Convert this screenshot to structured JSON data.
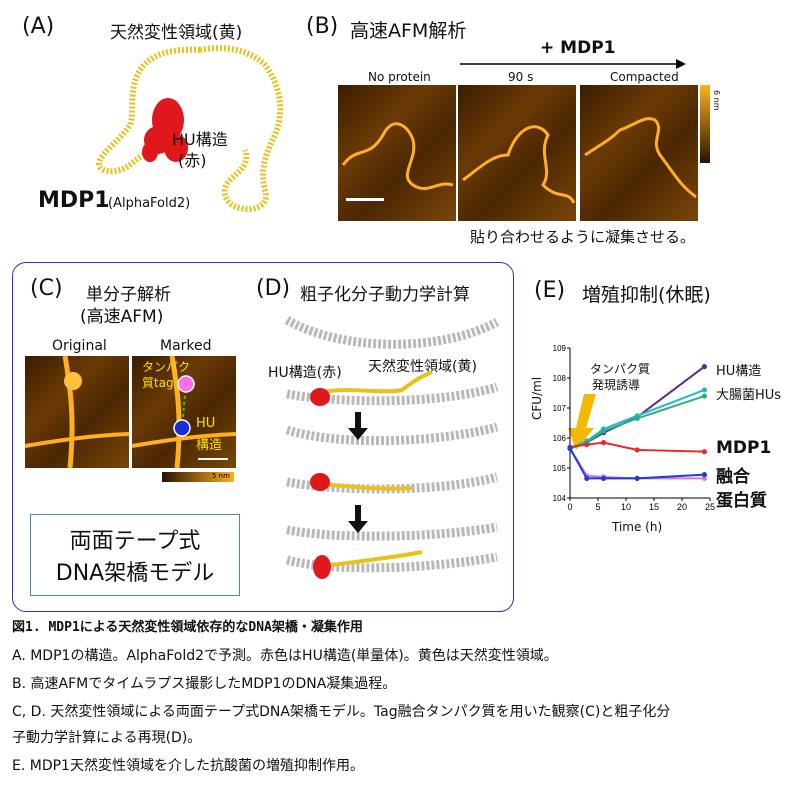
{
  "panelA": {
    "label": "(A)",
    "title": "天然変性領域(黄)",
    "hu_label_1": "HU構造",
    "hu_label_2": "(赤)",
    "model_name": "MDP1",
    "model_source": "(AlphaFold2)"
  },
  "panelB": {
    "label": "(B)",
    "title": "高速AFM解析",
    "arrow_label": "+ MDP1",
    "frames": [
      "No protein",
      "90 s",
      "Compacted"
    ],
    "scale_unit": "6 nm",
    "note": "貼り合わせるように凝集させる。"
  },
  "panelC": {
    "label": "(C)",
    "title_1": "単分子解析",
    "title_2": "(高速AFM)",
    "original": "Original",
    "marked": "Marked",
    "tag_1": "タンパク",
    "tag_2": "質tag",
    "hu_1": "HU",
    "hu_2": "構造",
    "scale_unit": "5 nm"
  },
  "panelD": {
    "label": "(D)",
    "title": "粗子化分子動力学計算",
    "hu_label": "HU構造(赤)",
    "idr_label": "天然変性領域(黄)"
  },
  "model_box": {
    "line1": "両面テープ式",
    "line2": "DNA架橋モデル",
    "bg": "#aee6f6"
  },
  "panelE": {
    "label": "(E)",
    "title": "増殖抑制(休眠)",
    "ylabel": "CFU/ml",
    "xlabel": "Time (h)",
    "annotation_1": "タンパク質",
    "annotation_2": "発現誘導",
    "legend_hu": "HU構造",
    "legend_ecoli": "大腸菌HUs",
    "legend_mdp1": "MDP1",
    "legend_fusion_1": "融合",
    "legend_fusion_2": "蛋白質"
  },
  "chart_data": {
    "type": "line",
    "title": "",
    "xlabel": "Time (h)",
    "ylabel": "CFU/ml",
    "log_y": true,
    "xlim": [
      0,
      25
    ],
    "ylim": [
      10000,
      1000000000
    ],
    "x_ticks": [
      "0",
      "5",
      "10",
      "15",
      "20",
      "25"
    ],
    "y_ticks": [
      "10^4",
      "10^5",
      "10^6",
      "10^7",
      "10^8",
      "10^9"
    ],
    "x": [
      0,
      3,
      6,
      12,
      24
    ],
    "series": [
      {
        "name": "HU構造",
        "color": "#5b2b8c",
        "values": [
          450000,
          700000,
          1500000,
          5000000,
          240000000
        ]
      },
      {
        "name": "大腸菌HUs",
        "color": "#20b8d8",
        "values": [
          450000,
          800000,
          2000000,
          5500000,
          40000000
        ]
      },
      {
        "color": "#2fae7a",
        "values": [
          450000,
          700000,
          1700000,
          4500000,
          25000000
        ]
      },
      {
        "name": "MDP1",
        "color": "#e52b2b",
        "values": [
          500000,
          600000,
          700000,
          400000,
          350000
        ]
      },
      {
        "color": "#e070e0",
        "values": [
          450000,
          55000,
          50000,
          45000,
          45000
        ]
      },
      {
        "color": "#1a3fd0",
        "values": [
          450000,
          45000,
          45000,
          45000,
          60000
        ]
      }
    ]
  },
  "caption": {
    "title": "図1. MDP1による天然変性領域依存的なDNA架橋・凝集作用",
    "line_a": "A. MDP1の構造。AlphaFold2で予測。赤色はHU構造(単量体)。黄色は天然変性領域。",
    "line_b": "B. 高速AFMでタイムラプス撮影したMDP1のDNA凝集過程。",
    "line_cd_1": "C, D. 天然変性領域による両面テープ式DNA架橋モデル。Tag融合タンパク質を用いた観察(C)と粗子化分",
    "line_cd_2": "子動力学計算による再現(D)。",
    "line_e": "E. MDP1天然変性領域を介した抗酸菌の増殖抑制作用。"
  }
}
